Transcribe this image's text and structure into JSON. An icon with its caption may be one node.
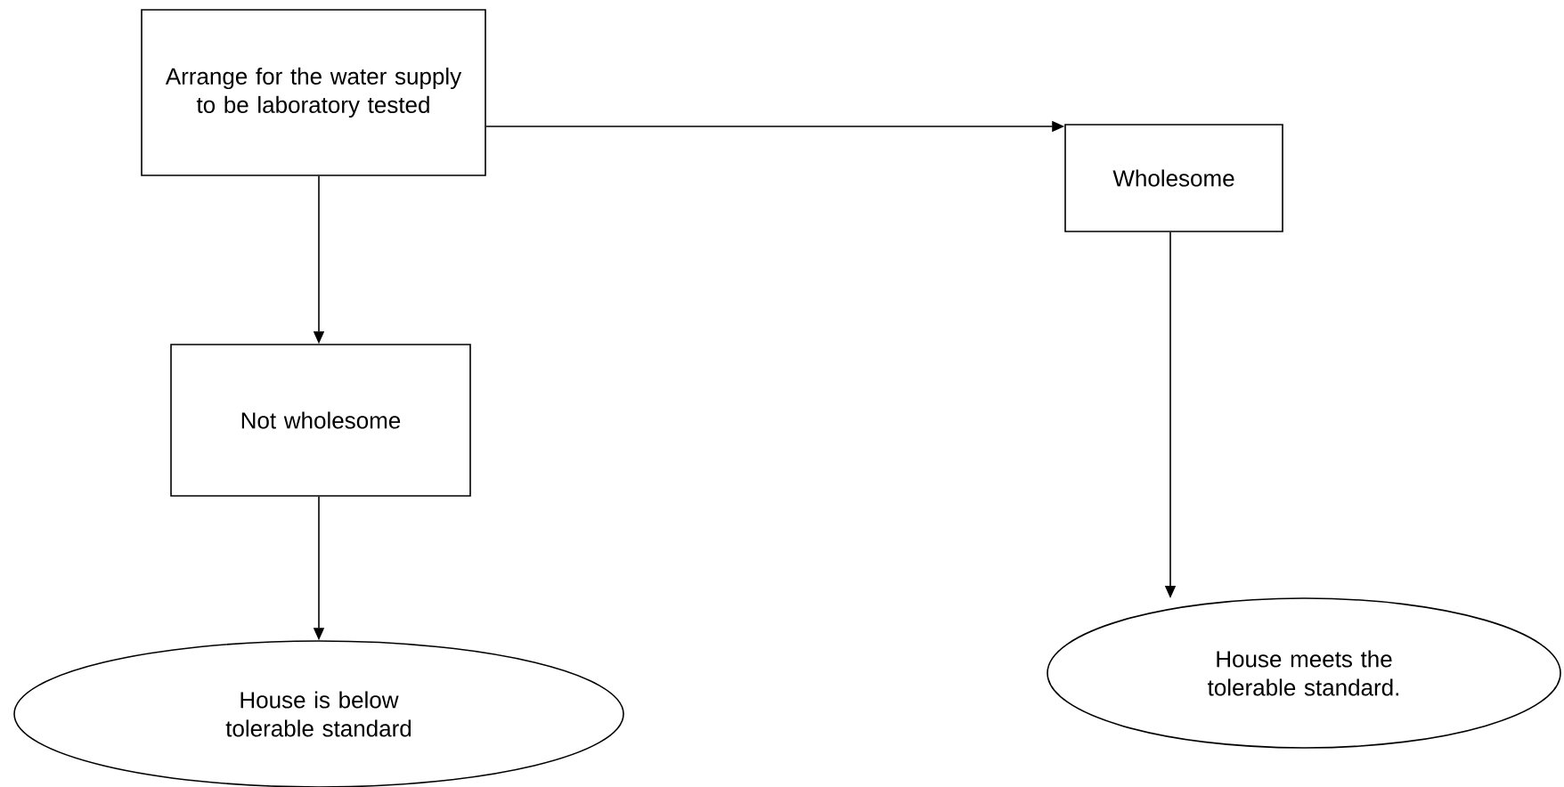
{
  "diagram": {
    "nodes": [
      {
        "text": [
          "Arrange for the water supply to be laboratory tested"
        ]
      },
      {
        "text": [
          "Wholesome"
        ]
      },
      {
        "text": [
          "Not wholesome"
        ]
      },
      {
        "text": [
          "House is below tolerable standard"
        ]
      },
      {
        "text": [
          "House meets the tolerable standard."
        ]
      }
    ],
    "edges": [
      {
        "from": 0,
        "to": 1,
        "arrow": "to"
      },
      {
        "from": 0,
        "to": 2,
        "arrow": "to"
      },
      {
        "from": 2,
        "to": 3,
        "arrow": "to"
      },
      {
        "from": 1,
        "to": 4,
        "arrow": "to"
      }
    ]
  }
}
